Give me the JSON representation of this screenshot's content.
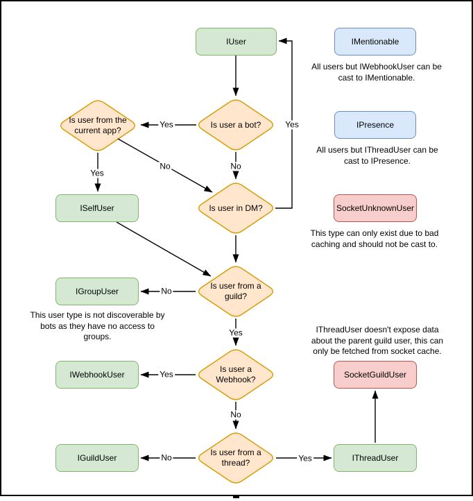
{
  "diagram": {
    "nodes": {
      "iuser": {
        "label": "IUser",
        "kind": "interface"
      },
      "imentionable": {
        "label": "IMentionable",
        "kind": "castable"
      },
      "ipresence": {
        "label": "IPresence",
        "kind": "castable"
      },
      "socketunknownuser": {
        "label": "SocketUnknownUser",
        "kind": "socket"
      },
      "iselfuser": {
        "label": "ISelfUser",
        "kind": "interface"
      },
      "igroupuser": {
        "label": "IGroupUser",
        "kind": "interface"
      },
      "iwebhookuser": {
        "label": "IWebhookUser",
        "kind": "interface"
      },
      "iguilduser": {
        "label": "IGuildUser",
        "kind": "interface"
      },
      "socketguilduser": {
        "label": "SocketGuildUser",
        "kind": "socket"
      },
      "ithreaduser": {
        "label": "IThreadUser",
        "kind": "interface"
      }
    },
    "decisions": {
      "is_bot": {
        "label": "Is user a bot?"
      },
      "from_current_app": {
        "label": "Is user from the current app?"
      },
      "in_dm": {
        "label": "Is user in DM?"
      },
      "from_guild": {
        "label": "Is user from a guild?"
      },
      "is_webhook": {
        "label": "Is user a Webhook?"
      },
      "from_thread": {
        "label": "Is user from a thread?"
      }
    },
    "edge_labels": {
      "bot_yes": "Yes",
      "bot_no": "No",
      "app_yes": "Yes",
      "app_no": "No",
      "dm_yes": "Yes",
      "guild_no": "No",
      "guild_yes": "Yes",
      "webhook_yes": "Yes",
      "webhook_no": "No",
      "thread_no": "No",
      "thread_yes": "Yes"
    },
    "notes": {
      "mentionable": "All users but IWebhookUser can be cast to IMentionable.",
      "presence": "All users but IThreadUser can be cast to IPresence.",
      "unknown": "This type can only exist due to bad caching and should not be cast to.",
      "group": "This user type is not discoverable by bots as they have no access to groups.",
      "thread": "IThreadUser doesn't expose data about the parent guild user, this can only be fetched from socket cache."
    },
    "colors": {
      "interface_fill": "#d5e8d4",
      "interface_stroke": "#82b366",
      "castable_fill": "#dae8fc",
      "castable_stroke": "#6c8ebf",
      "decision_fill": "#ffe6cc",
      "decision_stroke": "#d79b00",
      "socket_fill": "#f8cecc",
      "socket_stroke": "#b85450",
      "edge": "#000000"
    }
  }
}
